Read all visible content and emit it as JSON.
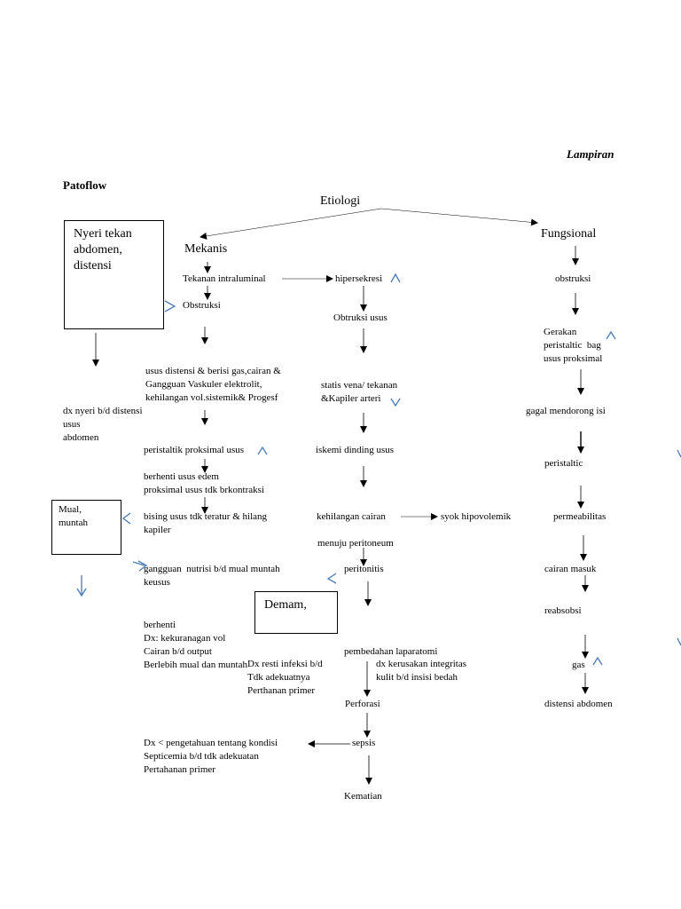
{
  "header": {
    "lampiran": "Lampiran",
    "patoflow": "Patoflow"
  },
  "nodes": {
    "etiologi": "Etiologi",
    "mekanis": "Mekanis",
    "fungsional": "Fungsional",
    "box_nyeri": "Nyeri tekan\nabdomen,\ndistensi",
    "tekanan": "Tekanan intraluminal",
    "hipersekresi": "hipersekresi",
    "obstruksi_left": "Obstruksi",
    "obstruksi_right": "obstruksi",
    "obtruksi_usus": "Obtruksi usus",
    "usus_distensi": "usus distensi & berisi gas,cairan &\nGangguan Vaskuler elektrolit,\nkehilangan vol.sistemik& Progesf",
    "statis_vena": "statis vena/ tekanan\n&Kapiler arteri",
    "gerakan": "Gerakan\nperistaltic  bag\nusus proksimal",
    "dx_nyeri": "dx nyeri b/d distensi\nusus\nabdomen",
    "gagal": "gagal mendorong isi",
    "peristaltik_proksimal": "peristaltik proksimal usus",
    "iskemi": "iskemi dinding usus",
    "peristaltic": "peristaltic",
    "berhenti_usus": "berhenti usus edem\nproksimal usus tdk brkontraksi",
    "box_mual": "Mual,\nmuntah",
    "bising": "bising usus tdk teratur & hilang\nkapiler",
    "kehilangan_cairan": "kehilangan cairan",
    "syok": "syok hipovolemik",
    "permeabilitas": "permeabilitas",
    "menuju": "menuju peritoneum",
    "gangguan_nutrisi": "gangguan  nutrisi b/d mual muntah\nkeusus",
    "peritonitis": "peritonitis",
    "cairan_masuk": "cairan masuk",
    "box_demam": "Demam,",
    "reabsobsi": "reabsobsi",
    "berhenti_dx": "berhenti\nDx: kekuranagan vol\nCairan b/d output\nBerlebih mual dan muntah",
    "pembedahan": "pembedahan laparatomi",
    "dx_resti": "Dx resti infeksi b/d\nTdk adekuatnya\nPerthanan primer",
    "dx_kerusakan": "dx kerusakan integritas\nkulit b/d insisi bedah",
    "gas": "gas",
    "perforasi": "Perforasi",
    "distensi_abdomen": "distensi abdomen",
    "dx_pengetahuan": "Dx < pengetahuan tentang kondisi\nSepticemia b/d tdk adekuatan\nPertahanan primer",
    "sepsis": "sepsis",
    "kematian": "Kematian"
  },
  "colors": {
    "line": "#000000",
    "accent_arrow": "#4a7ab8"
  }
}
